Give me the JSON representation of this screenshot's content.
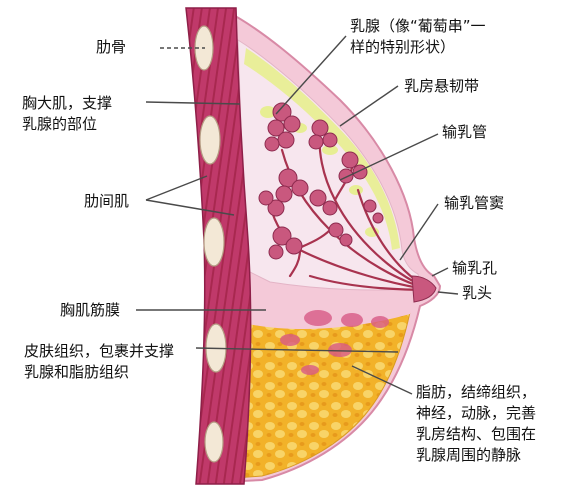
{
  "diagram": {
    "labels": {
      "rib": "肋骨",
      "pectoralis_major": "胸大肌，支撑\n乳腺的部位",
      "intercostal": "肋间肌",
      "pectoral_fascia": "胸肌筋膜",
      "skin_tissue": "皮肤组织，包裹并支撑\n乳腺和脂肪组织",
      "mammary_gland": "乳腺（像“葡萄串”一\n样的特别形状）",
      "suspensory_ligament": "乳房悬韧带",
      "lactiferous_duct": "输乳管",
      "lactiferous_sinus": "输乳管窦",
      "nipple_pore": "输乳孔",
      "nipple": "乳头",
      "fat_tissue": "脂肪，结缔组织，\n神经，动脉，完善\n乳房结构、包围在\n乳腺周围的静脉"
    },
    "colors": {
      "muscle": "#c0396a",
      "muscle_dark": "#8e1f48",
      "rib_bone": "#f3e8d6",
      "skin": "#f4c9d8",
      "gland_lobule": "#c9587e",
      "gland_tissue": "#f7e6ee",
      "fat": "#f2b229",
      "fat_light": "#f8d468",
      "ligament_green": "#e6ef8a",
      "duct": "#a8334f",
      "leader_line": "#4a4a4a"
    }
  }
}
